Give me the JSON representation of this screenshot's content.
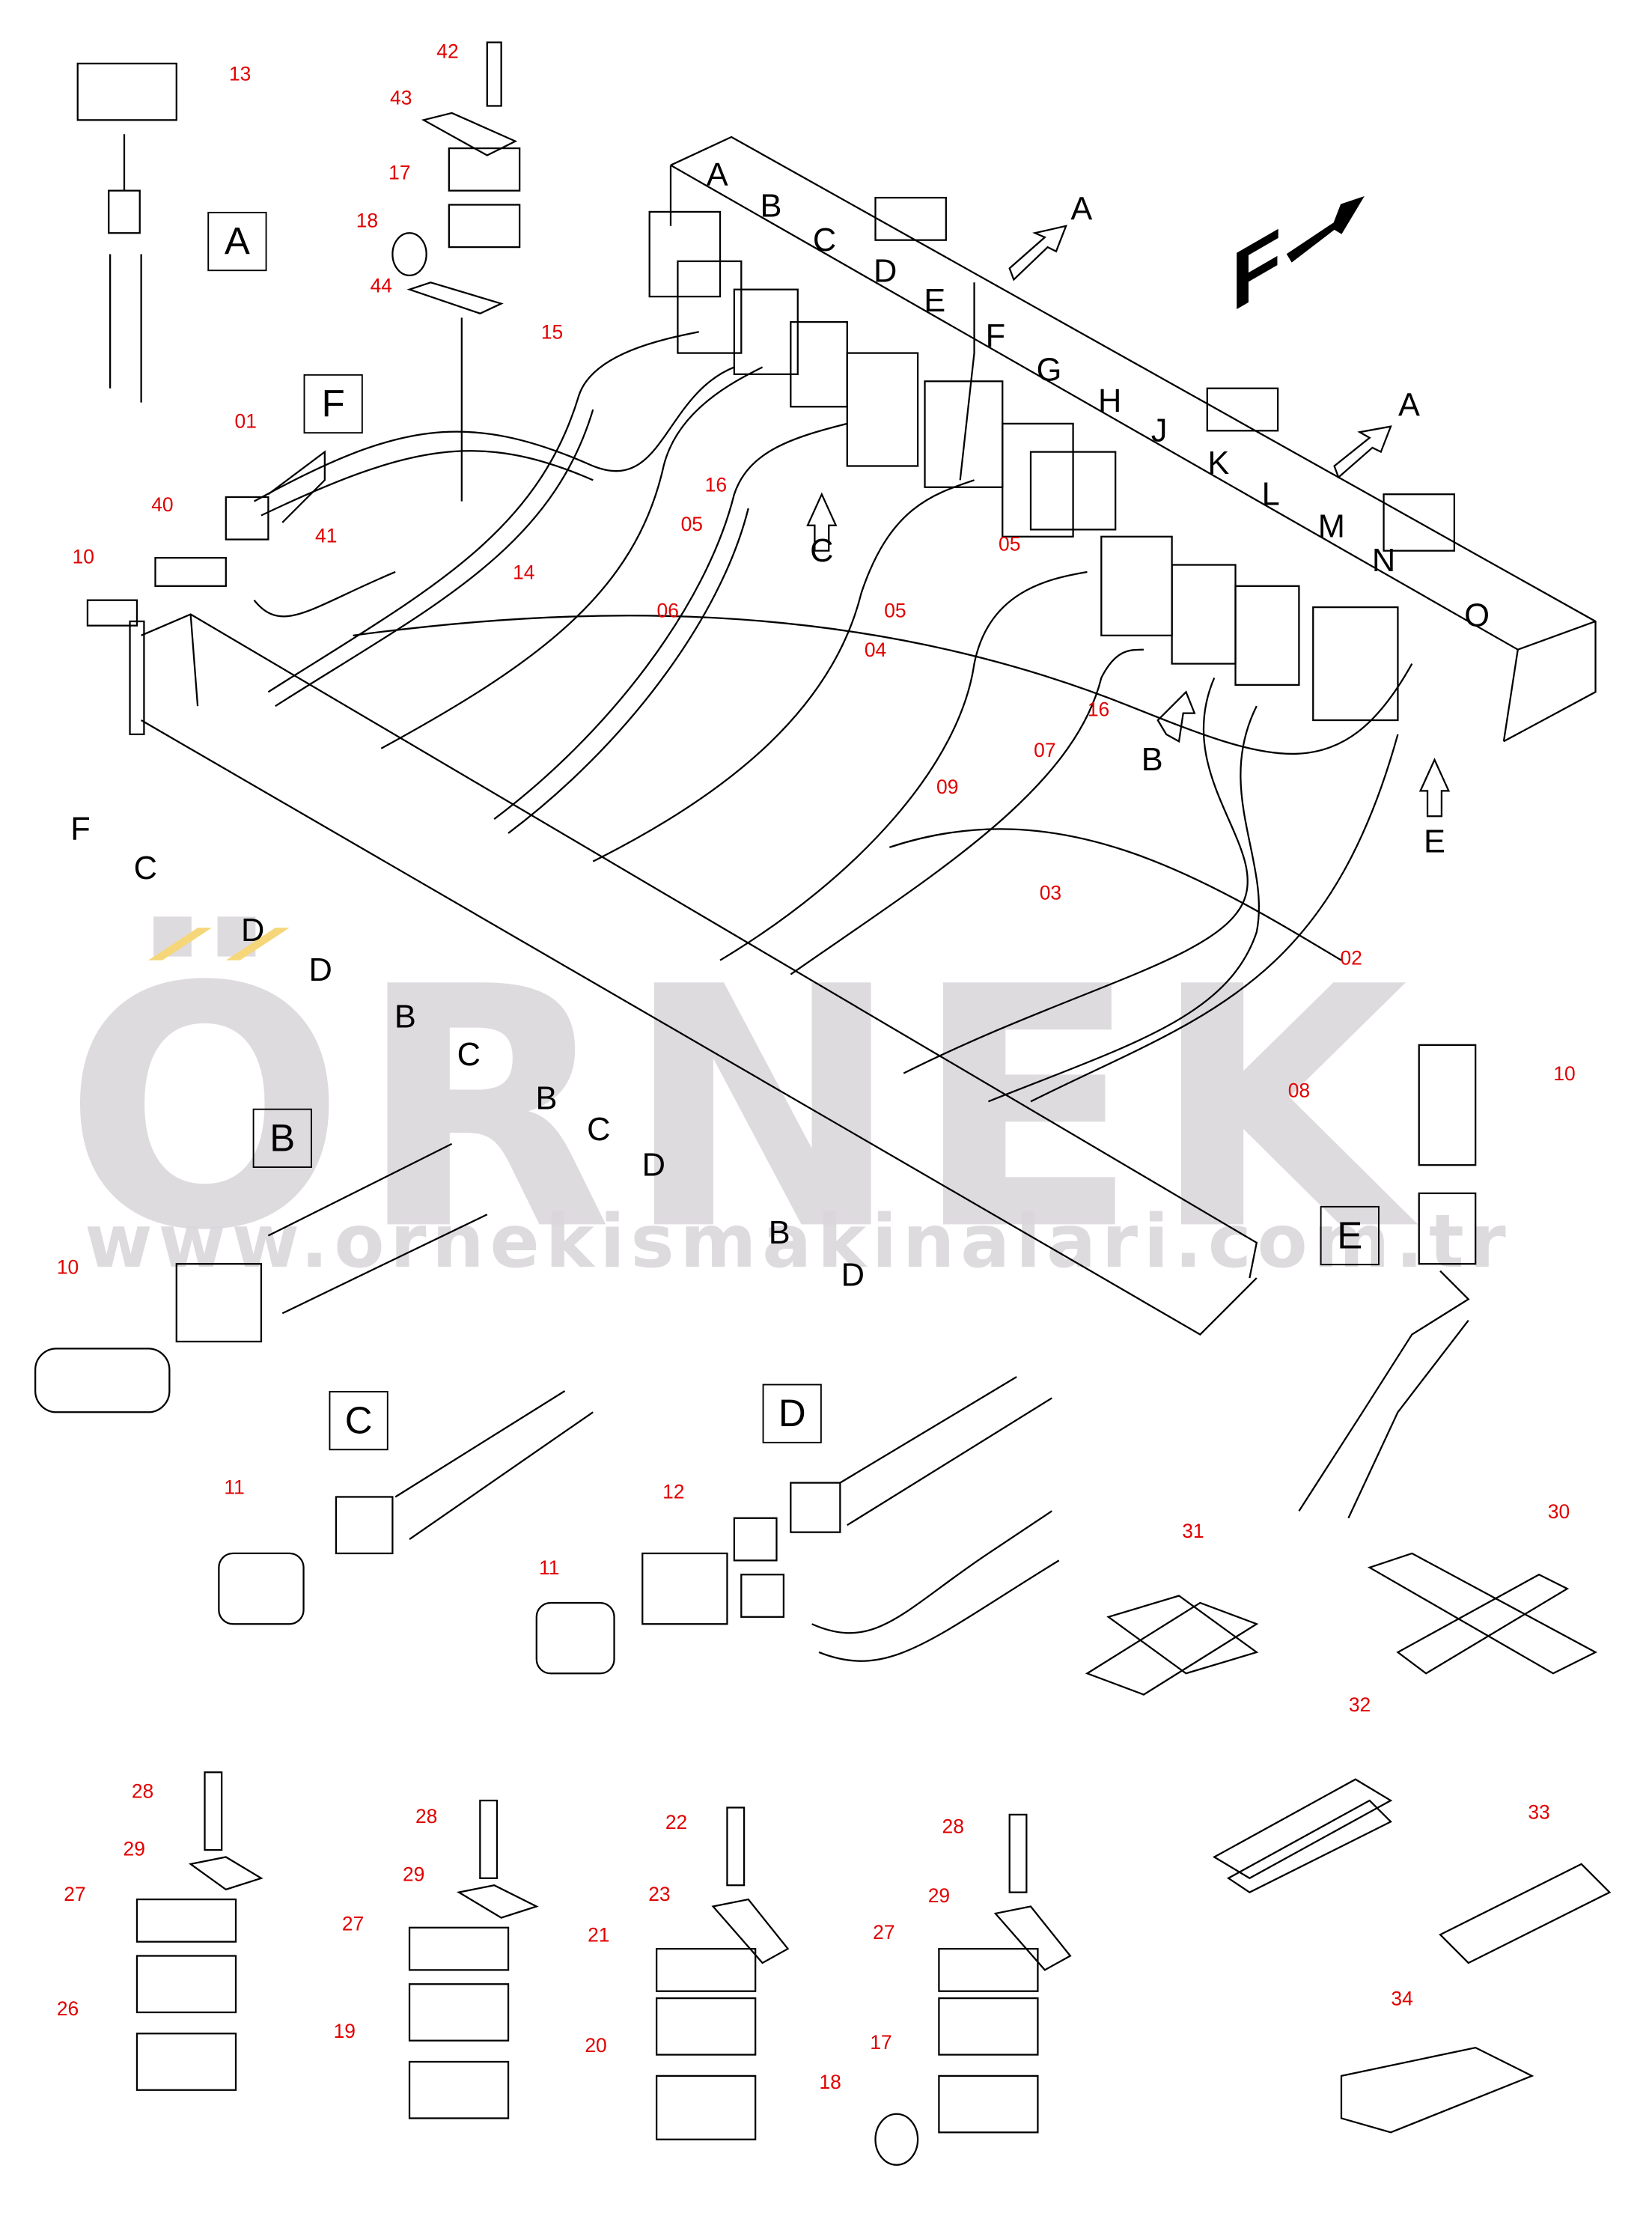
{
  "watermark": {
    "brand": "ÖRNEK",
    "url": "www.ornekismakinalari.com.tr"
  },
  "direction_marker": "F",
  "detail_boxes": [
    "A",
    "F",
    "B",
    "E",
    "C",
    "D"
  ],
  "port_letters": [
    "A",
    "B",
    "C",
    "D",
    "E",
    "F",
    "G",
    "H",
    "J",
    "K",
    "L",
    "M",
    "N",
    "O"
  ],
  "view_arrows": [
    "A",
    "A",
    "C",
    "B",
    "E"
  ],
  "leader_letters": [
    "F",
    "C",
    "D",
    "D",
    "B",
    "C",
    "B",
    "C",
    "D",
    "B",
    "D"
  ],
  "part_numbers": [
    "13",
    "42",
    "43",
    "17",
    "18",
    "44",
    "15",
    "01",
    "40",
    "41",
    "10",
    "14",
    "06",
    "16",
    "05",
    "05",
    "05",
    "04",
    "16",
    "07",
    "09",
    "03",
    "02",
    "08",
    "10",
    "10",
    "11",
    "12",
    "11",
    "31",
    "30",
    "32",
    "33",
    "34",
    "28",
    "29",
    "27",
    "26",
    "28",
    "29",
    "27",
    "19",
    "22",
    "23",
    "21",
    "20",
    "28",
    "29",
    "27",
    "17",
    "18"
  ],
  "colors": {
    "part_number": "#e00000",
    "line": "#000000",
    "watermark": "#d9d5da",
    "watermark_dots": "#f5d77a"
  }
}
